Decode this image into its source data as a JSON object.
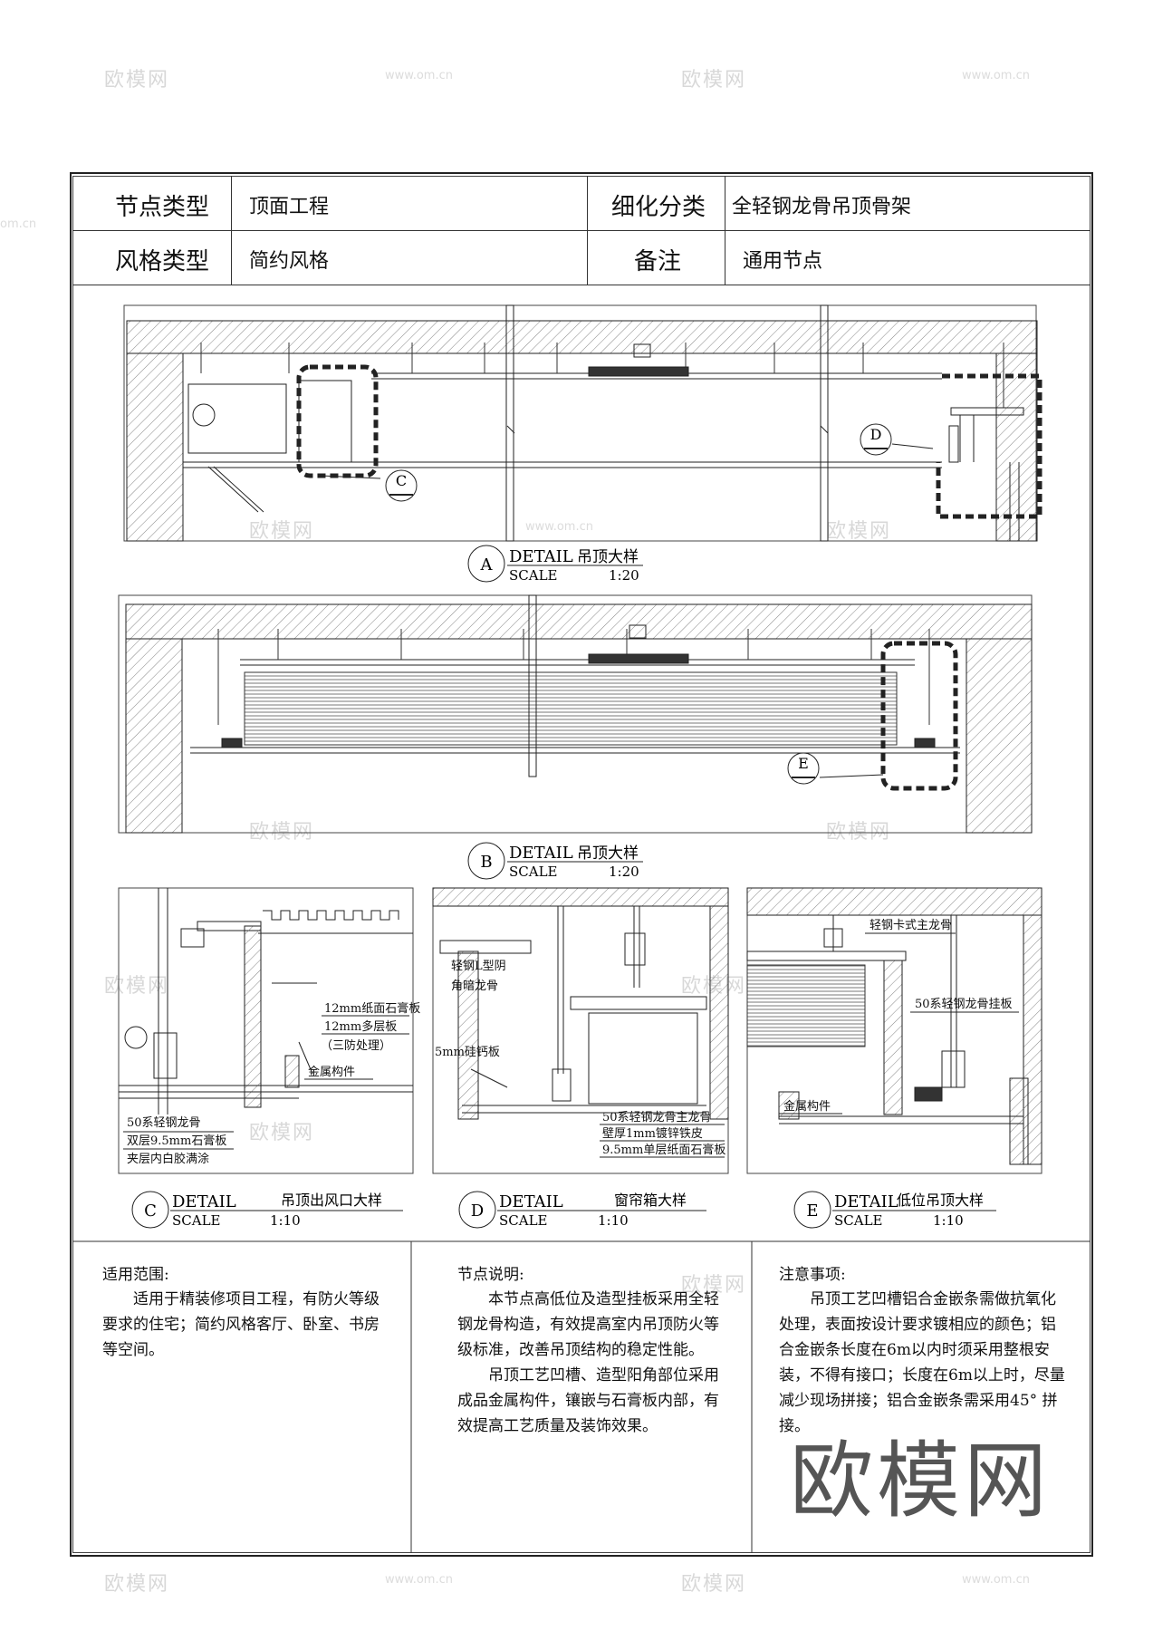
{
  "header": {
    "node_type_label": "节点类型",
    "node_type_value": "顶面工程",
    "detail_category_label": "细化分类",
    "detail_category_value": "全轻钢龙骨吊顶骨架",
    "style_type_label": "风格类型",
    "style_type_value": "简约风格",
    "remarks_label": "备注",
    "remarks_value": "通用节点"
  },
  "details": {
    "A": {
      "marker": "A",
      "detail": "DETAIL",
      "title": "吊顶大样",
      "scale_label": "SCALE",
      "scale": "1:20"
    },
    "B": {
      "marker": "B",
      "detail": "DETAIL",
      "title": "吊顶大样",
      "scale_label": "SCALE",
      "scale": "1:20"
    },
    "C": {
      "marker": "C",
      "detail": "DETAIL",
      "title": "吊顶出风口大样",
      "scale_label": "SCALE",
      "scale": "1:10"
    },
    "D": {
      "marker": "D",
      "detail": "DETAIL",
      "title": "窗帘箱大样",
      "scale_label": "SCALE",
      "scale": "1:10"
    },
    "E": {
      "marker": "E",
      "detail": "DETAIL",
      "title": "低位吊顶大样",
      "scale_label": "SCALE",
      "scale": "1:10"
    }
  },
  "callouts": {
    "C": "C",
    "D": "D",
    "E": "E"
  },
  "labels_c": {
    "gypsum_12": "12mm纸面石膏板",
    "plywood_12": "12mm多层板",
    "fireproof": "（三防处理）",
    "metal_part": "金属构件",
    "keel_50": "50系轻钢龙骨",
    "double_board": "双层9.5mm石膏板",
    "glue": "夹层内白胶满涂"
  },
  "labels_d": {
    "l_keel_1": "轻钢L型阴",
    "l_keel_2": "角暗龙骨",
    "calcium_board": "5mm硅钙板",
    "main_keel": "50系轻钢龙骨主龙骨",
    "wall_thickness": "壁厚1mm镀锌铁皮",
    "single_board": "9.5mm单层纸面石膏板"
  },
  "labels_e": {
    "main_keel_down": "轻钢卡式主龙骨",
    "hang_board": "50系轻钢龙骨挂板",
    "metal_part": "金属构件"
  },
  "notes": {
    "scope_title": "适用范围:",
    "scope_body": [
      "适用于精装修项目工程，有防火等级要求的住宅；简约风格客厅、卧室、书房等空间。"
    ],
    "desc_title": "节点说明:",
    "desc_body": [
      "本节点高低位及造型挂板采用全轻钢龙骨构造，有效提高室内吊顶防火等级标准，改善吊顶结构的稳定性能。",
      "吊顶工艺凹槽、造型阳角部位采用成品金属构件，镶嵌与石膏板内部，有效提高工艺质量及装饰效果。"
    ],
    "caution_title": "注意事项:",
    "caution_body": [
      "吊顶工艺凹槽铝合金嵌条需做抗氧化处理，表面按设计要求镀相应的颜色；铝合金嵌条长度在6m以内时须采用整根安装，不得有接口；长度在6m以上时，尽量减少现场拼接；铝合金嵌条需采用45° 拼接。"
    ]
  },
  "watermark": {
    "logo": "欧模网",
    "url": "www.om.cn",
    "partial": "om.cn"
  }
}
